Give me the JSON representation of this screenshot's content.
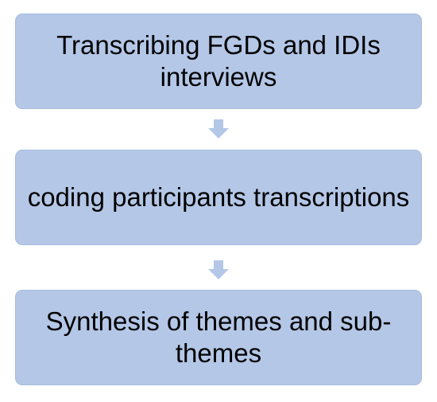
{
  "steps": [
    {
      "label": "Transcribing FGDs and IDIs interviews"
    },
    {
      "label": "coding participants transcriptions"
    },
    {
      "label": "Synthesis of themes and sub-themes"
    }
  ],
  "colors": {
    "box_fill": "#b4c7e7",
    "box_border": "#a9bcdc",
    "arrow_fill": "#b4c7e7",
    "text": "#000000"
  },
  "icons": {
    "connector": "arrow-down-icon"
  }
}
